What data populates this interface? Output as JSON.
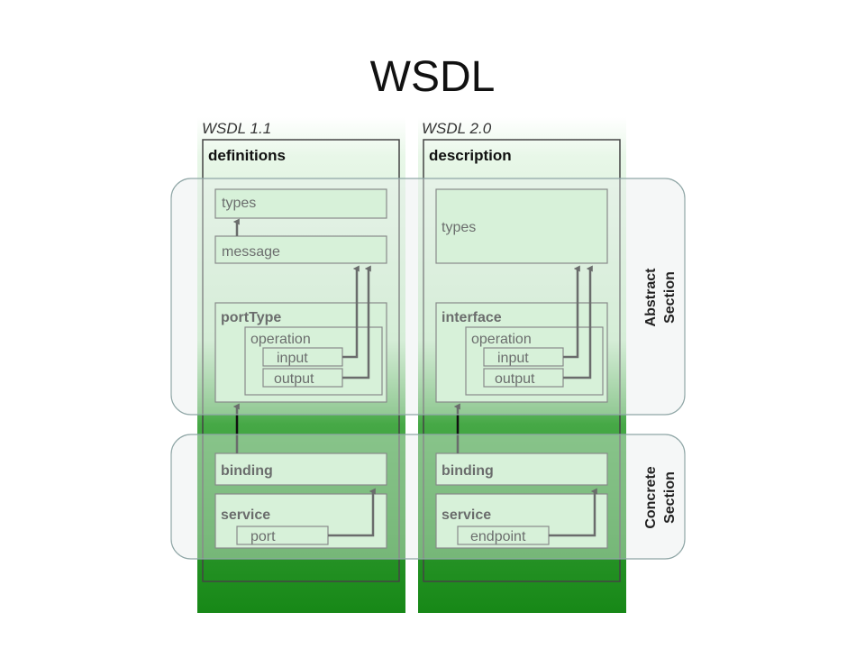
{
  "slide": {
    "title": "WSDL"
  },
  "left": {
    "version": "WSDL 1.1",
    "root": "definitions",
    "types": "types",
    "message": "message",
    "port_type": "portType",
    "operation": "operation",
    "input": "input",
    "output": "output",
    "binding": "binding",
    "service": "service",
    "port": "port"
  },
  "right": {
    "version": "WSDL 2.0",
    "root": "description",
    "types": "types",
    "interface": "interface",
    "operation": "operation",
    "input": "input",
    "output": "output",
    "binding": "binding",
    "service": "service",
    "endpoint": "endpoint"
  },
  "sections": {
    "abstract_line1": "Abstract",
    "abstract_line2": "Section",
    "concrete_line1": "Concrete",
    "concrete_line2": "Section"
  },
  "colors": {
    "column_gradient_top": "#ffffff",
    "column_gradient_mid": "#dff5df",
    "column_gradient_bottom": "#1e8a1e",
    "box_fill": "#ccf5cc",
    "outline": "#333333"
  }
}
